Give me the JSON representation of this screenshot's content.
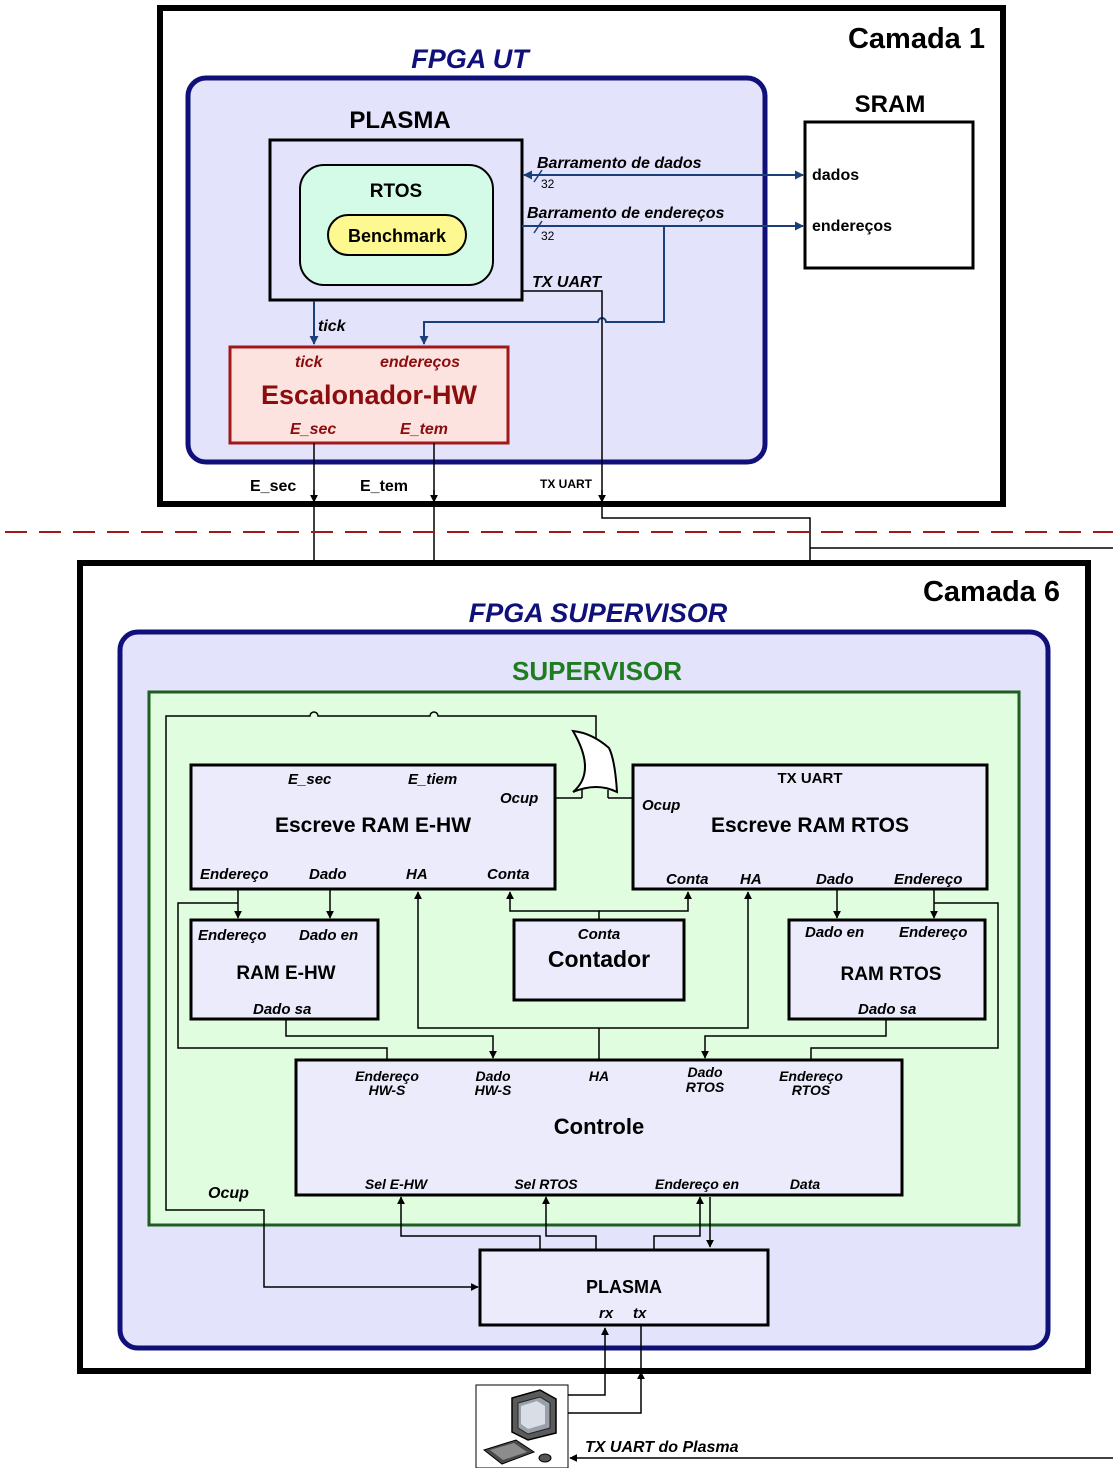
{
  "layer1": {
    "title": "Camada 1",
    "fpga_title": "FPGA UT",
    "plasma_title": "PLASMA",
    "rtos": "RTOS",
    "benchmark": "Benchmark",
    "sram_title": "SRAM",
    "sram_data": "dados",
    "sram_addr": "endereços",
    "bus_data": "Barramento de dados",
    "bus_addr": "Barramento de endereços",
    "bus_width_data": "32",
    "bus_width_addr": "32",
    "tx_uart": "TX UART",
    "tick_wire": "tick",
    "sched_title": "Escalonador-HW",
    "sched_tick": "tick",
    "sched_addr": "endereços",
    "sched_esec": "E_sec",
    "sched_etem": "E_tem"
  },
  "between": {
    "esec": "E_sec",
    "etem": "E_tem",
    "txuart": "TX UART"
  },
  "layer6": {
    "title": "Camada 6",
    "fpga_title": "FPGA SUPERVISOR",
    "supervisor_title": "SUPERVISOR",
    "ehw_title": "Escreve RAM E-HW",
    "ehw_esec": "E_sec",
    "ehw_etiem": "E_tiem",
    "ehw_ocup": "Ocup",
    "ehw_endereco": "Endereço",
    "ehw_dado": "Dado",
    "ehw_ha": "HA",
    "ehw_conta": "Conta",
    "rtos_title": "Escreve RAM RTOS",
    "rtos_txuart": "TX UART",
    "rtos_ocup": "Ocup",
    "rtos_conta": "Conta",
    "rtos_ha": "HA",
    "rtos_dado": "Dado",
    "rtos_endereco": "Endereço",
    "ramehw_title": "RAM E-HW",
    "ramehw_endereco": "Endereço",
    "ramehw_dadoen": "Dado en",
    "ramehw_dadosa": "Dado sa",
    "cont_conta": "Conta",
    "cont_title": "Contador",
    "ramrtos_title": "RAM RTOS",
    "ramrtos_dadoen": "Dado en",
    "ramrtos_endereco": "Endereço",
    "ramrtos_dadosa": "Dado sa",
    "ctrl_title": "Controle",
    "ctrl_end_hw_1": "Endereço",
    "ctrl_end_hw_2": "HW-S",
    "ctrl_dado_hw_1": "Dado",
    "ctrl_dado_hw_2": "HW-S",
    "ctrl_ha": "HA",
    "ctrl_dado_rtos_1": "Dado",
    "ctrl_dado_rtos_2": "RTOS",
    "ctrl_end_rtos_1": "Endereço",
    "ctrl_end_rtos_2": "RTOS",
    "ctrl_sel_ehw": "Sel E-HW",
    "ctrl_sel_rtos": "Sel RTOS",
    "ctrl_end_en": "Endereço en",
    "ctrl_data": "Data",
    "ocup_wire": "Ocup",
    "plasma_title": "PLASMA",
    "plasma_rx": "rx",
    "plasma_tx": "tx"
  },
  "bottom": {
    "tx_plasma": "TX UART do Plasma"
  },
  "colors": {
    "fpga_fill": "#e3e3fb",
    "fpga_border": "#10107a",
    "supervisor_fill": "#e0fde0",
    "supervisor_border": "#1e5e1e",
    "supervisor_text": "#1e7d1e",
    "rtos_fill": "#d3fbe8",
    "bench_fill": "#fdf890",
    "sched_fill": "#fde3e0",
    "sched_border": "#a01818",
    "sched_text": "#8b0d0d",
    "bus_color": "#1b3f78",
    "dash_color": "#a01818",
    "block_fill": "#ebebfb"
  },
  "icons": [
    "computer-icon"
  ]
}
